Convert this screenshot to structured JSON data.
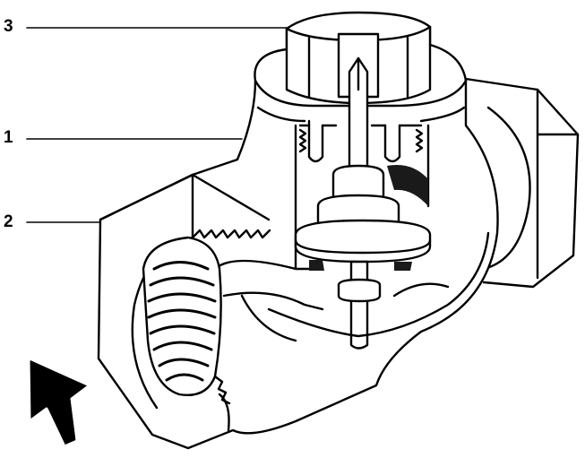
{
  "callouts": [
    {
      "number": "3"
    },
    {
      "number": "1"
    },
    {
      "number": "2"
    }
  ],
  "colors": {
    "ink": "#000000",
    "paper": "#ffffff",
    "shade": "#1a1a1a"
  }
}
